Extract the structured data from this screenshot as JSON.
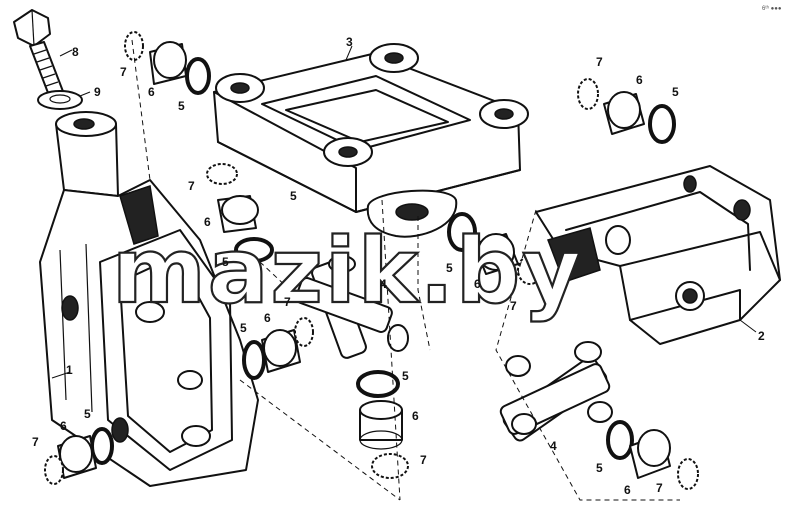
{
  "corner_mark": "6ᵗʰ ●●●",
  "watermark": "mazik.by",
  "callouts": {
    "housing": "1",
    "yoke": "2",
    "mount_plate": "3",
    "spider_center": "4",
    "spider_right": "4",
    "bolt": "8",
    "washer": "9",
    "seal_a": "5",
    "seal_b": "5",
    "seal_c": "5",
    "seal_d": "5",
    "seal_e": "5",
    "seal_f": "5",
    "seal_g": "5",
    "seal_h": "5",
    "seal_i": "5",
    "bearing_a": "6",
    "bearing_b": "6",
    "bearing_c": "6",
    "bearing_d": "6",
    "bearing_e": "6",
    "bearing_f": "6",
    "bearing_g": "6",
    "bearing_h": "6",
    "lock_a": "7",
    "lock_b": "7",
    "lock_c": "7",
    "lock_d": "7",
    "lock_e": "7",
    "lock_f": "7",
    "lock_g": "7",
    "lock_h": "7"
  }
}
